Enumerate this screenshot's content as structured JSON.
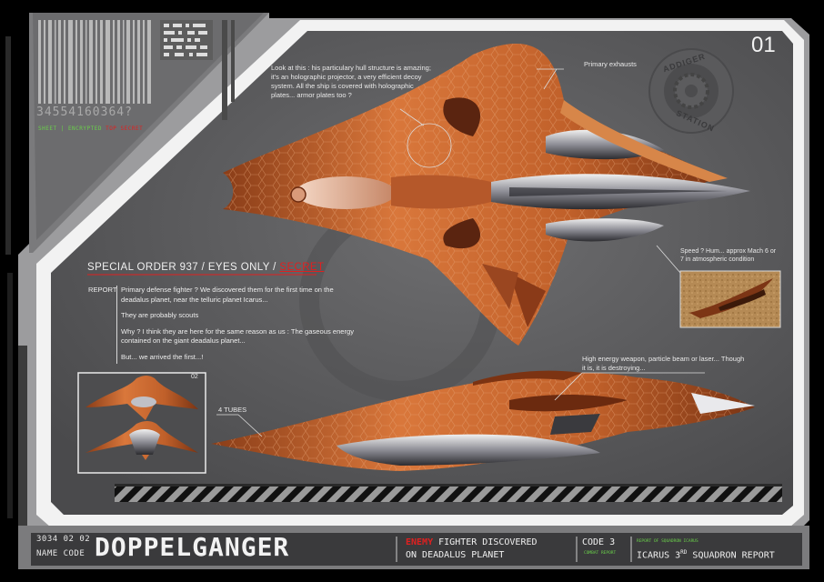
{
  "sheet": {
    "number": "01",
    "barcode_number": "34554160364?",
    "classification": {
      "sheet": "SHEET",
      "encrypted": "ENCRYPTED",
      "secret": "TOP SECRET"
    },
    "station_badge": {
      "top": "ADDIGER",
      "bottom": "STATION"
    }
  },
  "annotations": {
    "hull": "Look at this : his particulary hull structure is amazing; it's an holographic projector, a very efficient decoy system. All the ship is covered with holographic plates... armor plates too ?",
    "exhausts": "Primary exhausts",
    "speed": "Speed ? Hum... approx Mach 6 or 7 in atmospheric condition",
    "weapon": "High energy weapon, particle beam or laser... Though it is, it is destroying...",
    "tubes": "4 TUBES"
  },
  "order": {
    "prefix": "SPECIAL ORDER 937 / EYES ONLY / ",
    "secret": "SECRET"
  },
  "report": {
    "label": "REPORT",
    "paragraphs": [
      "Primary defense fighter ? We discovered them for the first time on the deadalus planet, near the telluric planet Icarus...",
      "They are probably scouts",
      "Why ? I think they are here for the same reason as us : The gaseous energy contained on the giant deadalus planet...",
      "But... we arrived the first...!"
    ]
  },
  "inset": {
    "number": "02"
  },
  "footer": {
    "code_number": "3034 02 02",
    "name_code_label": "NAME CODE",
    "name": "DOPPELGANGER",
    "enemy": "ENEMY",
    "headline_1": " FIGHTER DISCOVERED",
    "headline_2": "ON DEADALUS PLANET",
    "code": "CODE 3",
    "code_sub": "COMBAT REPORT",
    "squadron_small": "REPORT OF SQUADRON ICARUS",
    "squadron_main_1": "ICARUS 3",
    "squadron_sup": "RD",
    "squadron_main_2": " SQUADRON REPORT"
  },
  "colors": {
    "accent_red": "#e02020",
    "accent_green": "#6ad04a",
    "panel": "#5d5d5f",
    "hull": "#c4662e"
  }
}
